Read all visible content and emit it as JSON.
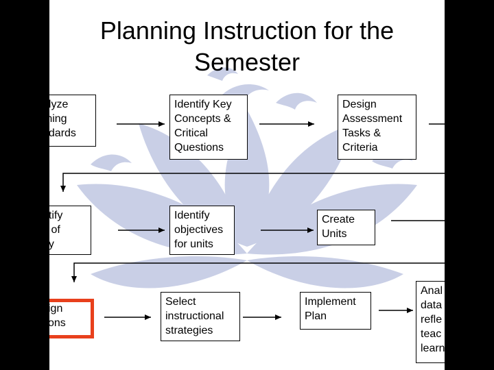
{
  "slide": {
    "title_line1": "Planning Instruction for the",
    "title_line2": "Semester",
    "highlight_color": "#e8401c",
    "watermark_color": "#c9cfe6"
  },
  "row1": [
    {
      "text": "alyze\nrning\nndards"
    },
    {
      "text": "Identify Key\nConcepts &\nCritical\nQuestions"
    },
    {
      "text": "Design\nAssessment\nTasks &\nCriteria"
    }
  ],
  "row2": [
    {
      "text": "ntify\ns of\ndy"
    },
    {
      "text": "Identify\nobjectives\nfor units"
    },
    {
      "text": "Create\nUnits"
    }
  ],
  "row3": [
    {
      "text": "sign\nsons"
    },
    {
      "text": "Select\ninstructional\nstrategies"
    },
    {
      "text": "Implement\nPlan"
    },
    {
      "text": "Anal\ndata\nrefle\nteac\nlearn"
    }
  ]
}
